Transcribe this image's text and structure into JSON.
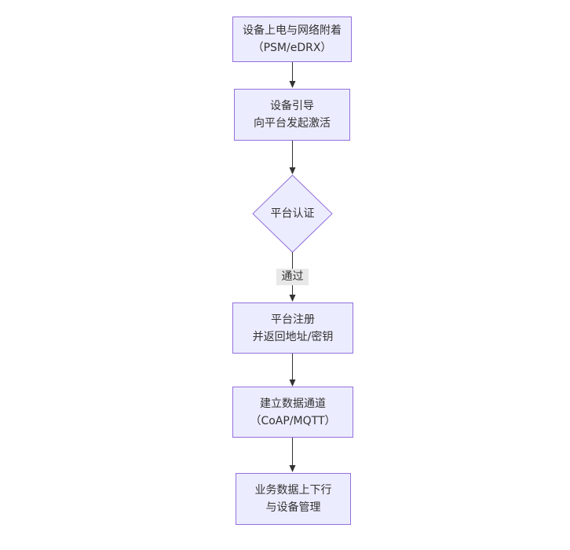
{
  "diagram": {
    "type": "flowchart",
    "direction": "top-down",
    "colors": {
      "node_fill": "#ECECFF",
      "node_border": "#9370DB",
      "edge": "#333333",
      "edge_label_bg": "#e8e8e8",
      "text": "#333333",
      "background": "#ffffff"
    },
    "nodes": [
      {
        "id": "attach",
        "shape": "rect",
        "lines": [
          "设备上电与网络附着",
          "（PSM/eDRX）"
        ]
      },
      {
        "id": "bootstrap",
        "shape": "rect",
        "lines": [
          "设备引导",
          "向平台发起激活"
        ]
      },
      {
        "id": "auth",
        "shape": "diamond",
        "lines": [
          "平台认证"
        ]
      },
      {
        "id": "register",
        "shape": "rect",
        "lines": [
          "平台注册",
          "并返回地址/密钥"
        ]
      },
      {
        "id": "channel",
        "shape": "rect",
        "lines": [
          "建立数据通道",
          "（CoAP/MQTT）"
        ]
      },
      {
        "id": "business",
        "shape": "rect",
        "lines": [
          "业务数据上下行",
          "与设备管理"
        ]
      }
    ],
    "edges": [
      {
        "from": "attach",
        "to": "bootstrap",
        "label": ""
      },
      {
        "from": "bootstrap",
        "to": "auth",
        "label": ""
      },
      {
        "from": "auth",
        "to": "register",
        "label": "通过"
      },
      {
        "from": "register",
        "to": "channel",
        "label": ""
      },
      {
        "from": "channel",
        "to": "business",
        "label": ""
      }
    ]
  }
}
